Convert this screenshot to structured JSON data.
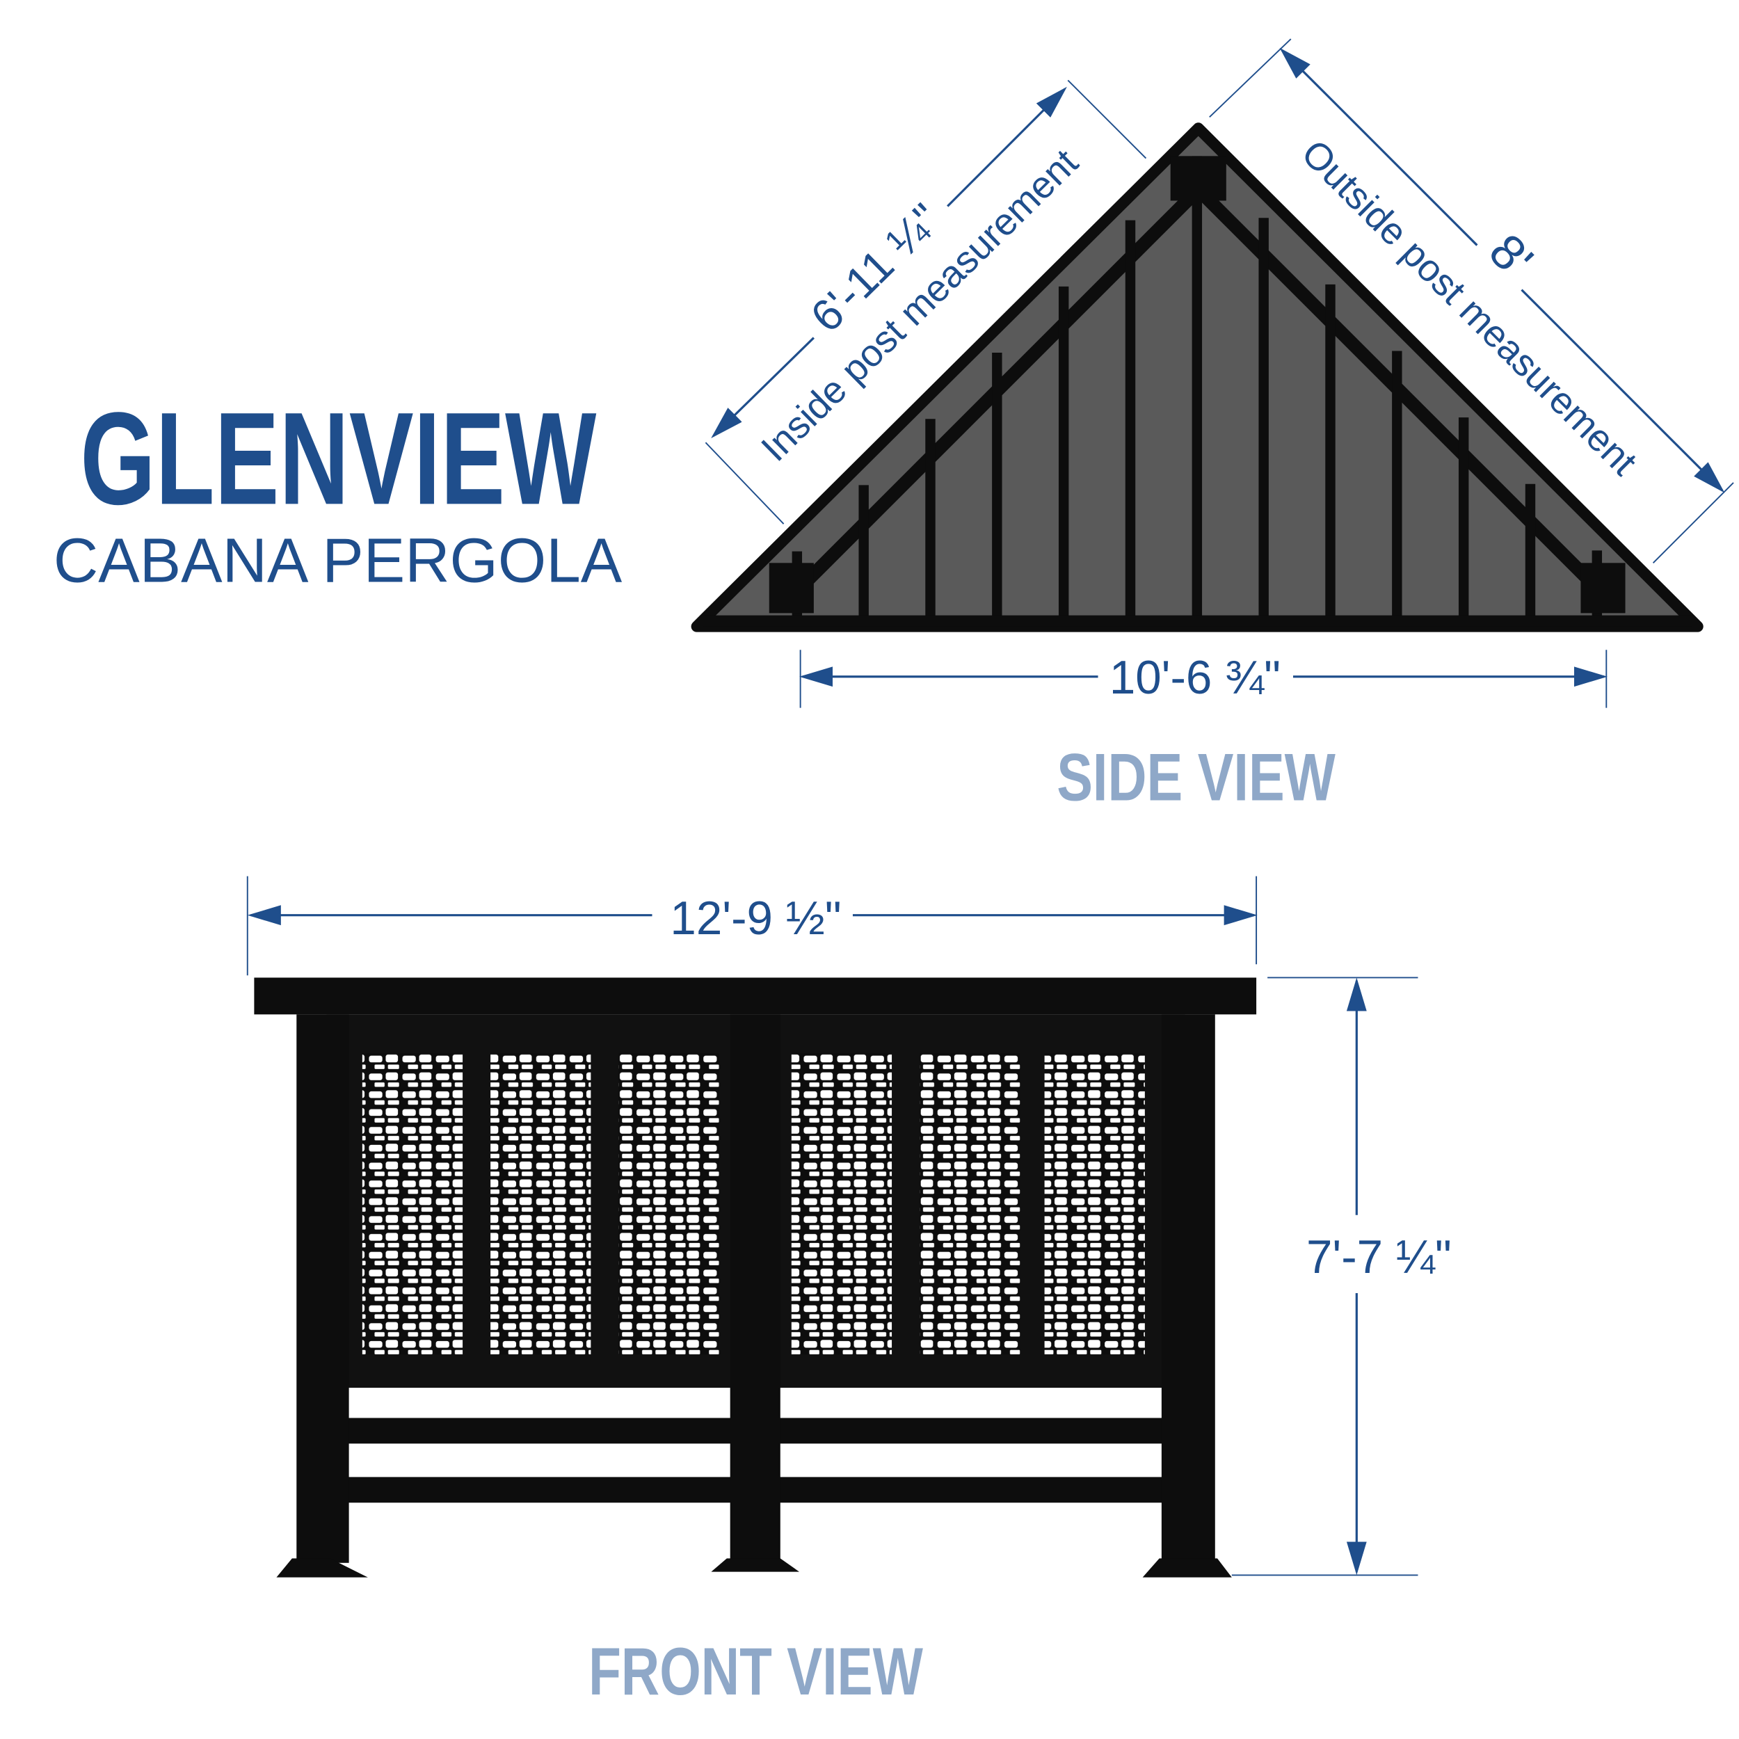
{
  "brand": {
    "title": "GLENVIEW",
    "subtitle": "CABANA PERGOLA"
  },
  "side_view": {
    "label": "SIDE VIEW",
    "inside_dimension": "6'-11 ¼\"",
    "inside_caption": "Inside post measurement",
    "outside_dimension": "8'",
    "outside_caption": "Outside post measurement",
    "base_dimension": "10'-6 ¾\""
  },
  "front_view": {
    "label": "FRONT VIEW",
    "width_dimension": "12'-9 ½\"",
    "height_dimension": "7'-7 ¼\""
  },
  "colors": {
    "brand_blue": "#1f4e8c",
    "view_label": "#8fa8c8",
    "roof_panel": "#5a5a5a",
    "frame": "#0d0d0d"
  }
}
